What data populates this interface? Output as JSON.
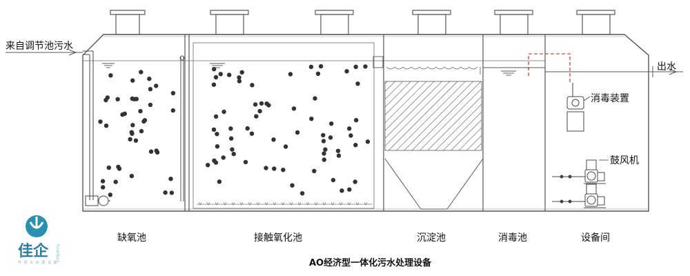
{
  "labels": {
    "inlet": "来自调节池污水",
    "outlet": "出水",
    "disinfection_device": "消毒装置",
    "blower": "鼓风机"
  },
  "zones": {
    "anoxic": "缺氧池",
    "contact_oxidation": "接触氧化池",
    "sedimentation": "沉淀池",
    "disinfection": "消毒池",
    "equipment_room": "设备间"
  },
  "caption": "AO经济型一体化污水处理设备",
  "logo": {
    "name": "佳企",
    "sub": "huanbao",
    "tagline": "环 境 水 处 理 设 备"
  },
  "colors": {
    "line": "#555555",
    "dashed_pipe": "#d02020",
    "logo": "#2a7fa0"
  }
}
